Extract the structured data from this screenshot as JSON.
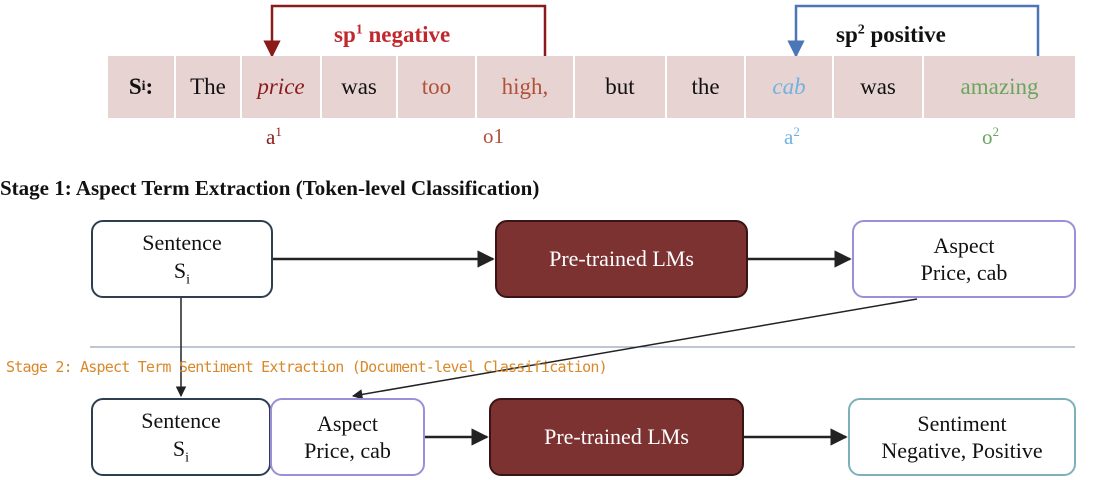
{
  "example": {
    "row_label": "S",
    "row_label_sub": "i",
    "row_label_colon": ":",
    "tokens": [
      "The",
      "price",
      "was",
      "too",
      "high,",
      "but",
      "the",
      "cab",
      "was",
      "amazing"
    ],
    "pair1": {
      "label": "sp",
      "sup": "1",
      "polarity": " negative"
    },
    "pair2": {
      "label": "sp",
      "sup": "2",
      "polarity": " positive"
    },
    "annotations": {
      "a1": {
        "base": "a",
        "sup": "1"
      },
      "o1": {
        "base": "o1"
      },
      "a2": {
        "base": "a",
        "sup": "2"
      },
      "o2": {
        "base": "o",
        "sup": "2"
      }
    }
  },
  "stage1": {
    "title": "Stage 1: Aspect Term Extraction (Token-level Classification)",
    "sentence_box": {
      "line1": "Sentence",
      "line2": "S",
      "line2_sub": "i"
    },
    "model_box": "Pre-trained LMs",
    "aspect_box": {
      "line1": "Aspect",
      "line2": "Price, cab"
    }
  },
  "stage2": {
    "title": "Stage 2: Aspect Term Sentiment Extraction (Document-level Classification)",
    "sentence_box": {
      "line1": "Sentence",
      "line2": "S",
      "line2_sub": "i"
    },
    "aspect_box": {
      "line1": "Aspect",
      "line2": "Price, cab"
    },
    "model_box": "Pre-trained LMs",
    "sentiment_box": {
      "line1": "Sentiment",
      "line2": "Negative, Positive"
    }
  },
  "colors": {
    "aspect1": "#8b1a1a",
    "opinion1": "#b0513a",
    "aspect2": "#6fb3e0",
    "opinion2": "#6aa55e",
    "pair1_label": "#c0282d",
    "model_fill": "#7d3232",
    "token_strip": "#e8d3d3",
    "stage2_title": "#d9882a"
  }
}
